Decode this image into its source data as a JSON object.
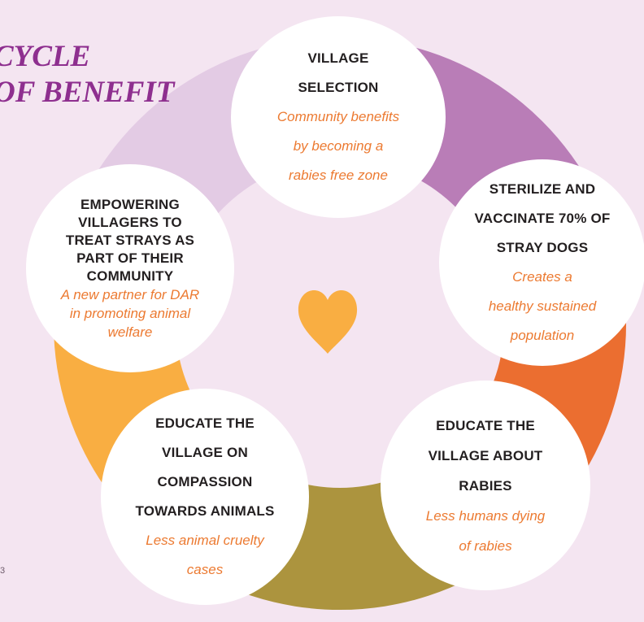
{
  "title": {
    "line1": "CYCLE",
    "line2": "OF BENEFIT"
  },
  "colors": {
    "background": "#f4e5f1",
    "segment_lavender": "#e3cbe4",
    "segment_purple": "#b97db7",
    "segment_orange": "#eb6e30",
    "segment_olive": "#ac943e",
    "segment_yellow": "#f9ae42",
    "heading_text": "#231f20",
    "description_text": "#ec7a31",
    "title_text": "#8e2f8f",
    "heart": "#f9ae42"
  },
  "stages": [
    {
      "heading": [
        "VILLAGE",
        "SELECTION"
      ],
      "description": [
        "Community benefits",
        "by becoming a",
        "rabies free zone"
      ]
    },
    {
      "heading": [
        "STERILIZE AND",
        "VACCINATE 70% OF",
        "STRAY DOGS"
      ],
      "description": [
        "Creates a",
        "healthy sustained",
        "population"
      ]
    },
    {
      "heading": [
        "EDUCATE THE",
        "VILLAGE ABOUT",
        "RABIES"
      ],
      "description": [
        "Less humans dying",
        "of rabies"
      ]
    },
    {
      "heading": [
        "EDUCATE THE",
        "VILLAGE ON",
        "COMPASSION",
        "TOWARDS ANIMALS"
      ],
      "description": [
        "Less animal cruelty",
        "cases"
      ]
    },
    {
      "heading": [
        "EMPOWERING",
        "VILLAGERS TO",
        "TREAT STRAYS AS",
        "PART OF THEIR",
        "COMMUNITY"
      ],
      "description": [
        "A new partner for DAR",
        "in promoting animal",
        "welfare"
      ]
    }
  ],
  "center_icon": "heart-icon",
  "page_number": "3"
}
